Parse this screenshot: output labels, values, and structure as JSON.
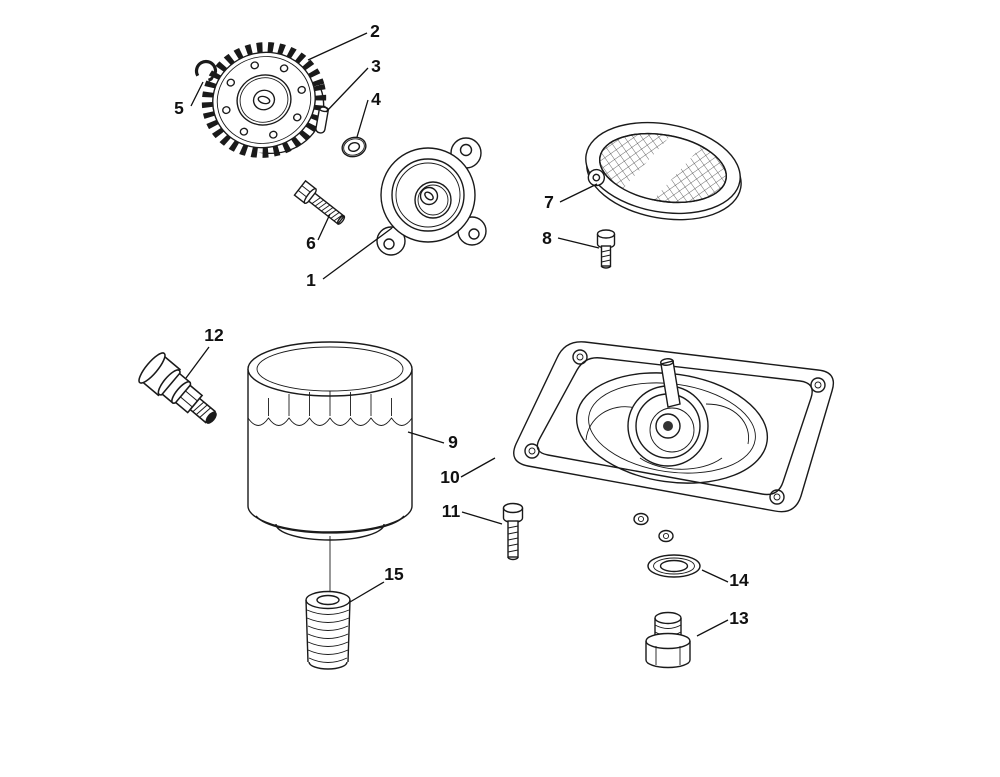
{
  "diagram": {
    "background": "#ffffff",
    "line_color": "#1a1a1a",
    "callouts": [
      {
        "label": "1"
      },
      {
        "label": "2"
      },
      {
        "label": "3"
      },
      {
        "label": "4"
      },
      {
        "label": "5"
      },
      {
        "label": "6"
      },
      {
        "label": "7"
      },
      {
        "label": "8"
      },
      {
        "label": "9"
      },
      {
        "label": "10"
      },
      {
        "label": "11"
      },
      {
        "label": "12"
      },
      {
        "label": "13"
      },
      {
        "label": "14"
      },
      {
        "label": "15"
      }
    ]
  }
}
